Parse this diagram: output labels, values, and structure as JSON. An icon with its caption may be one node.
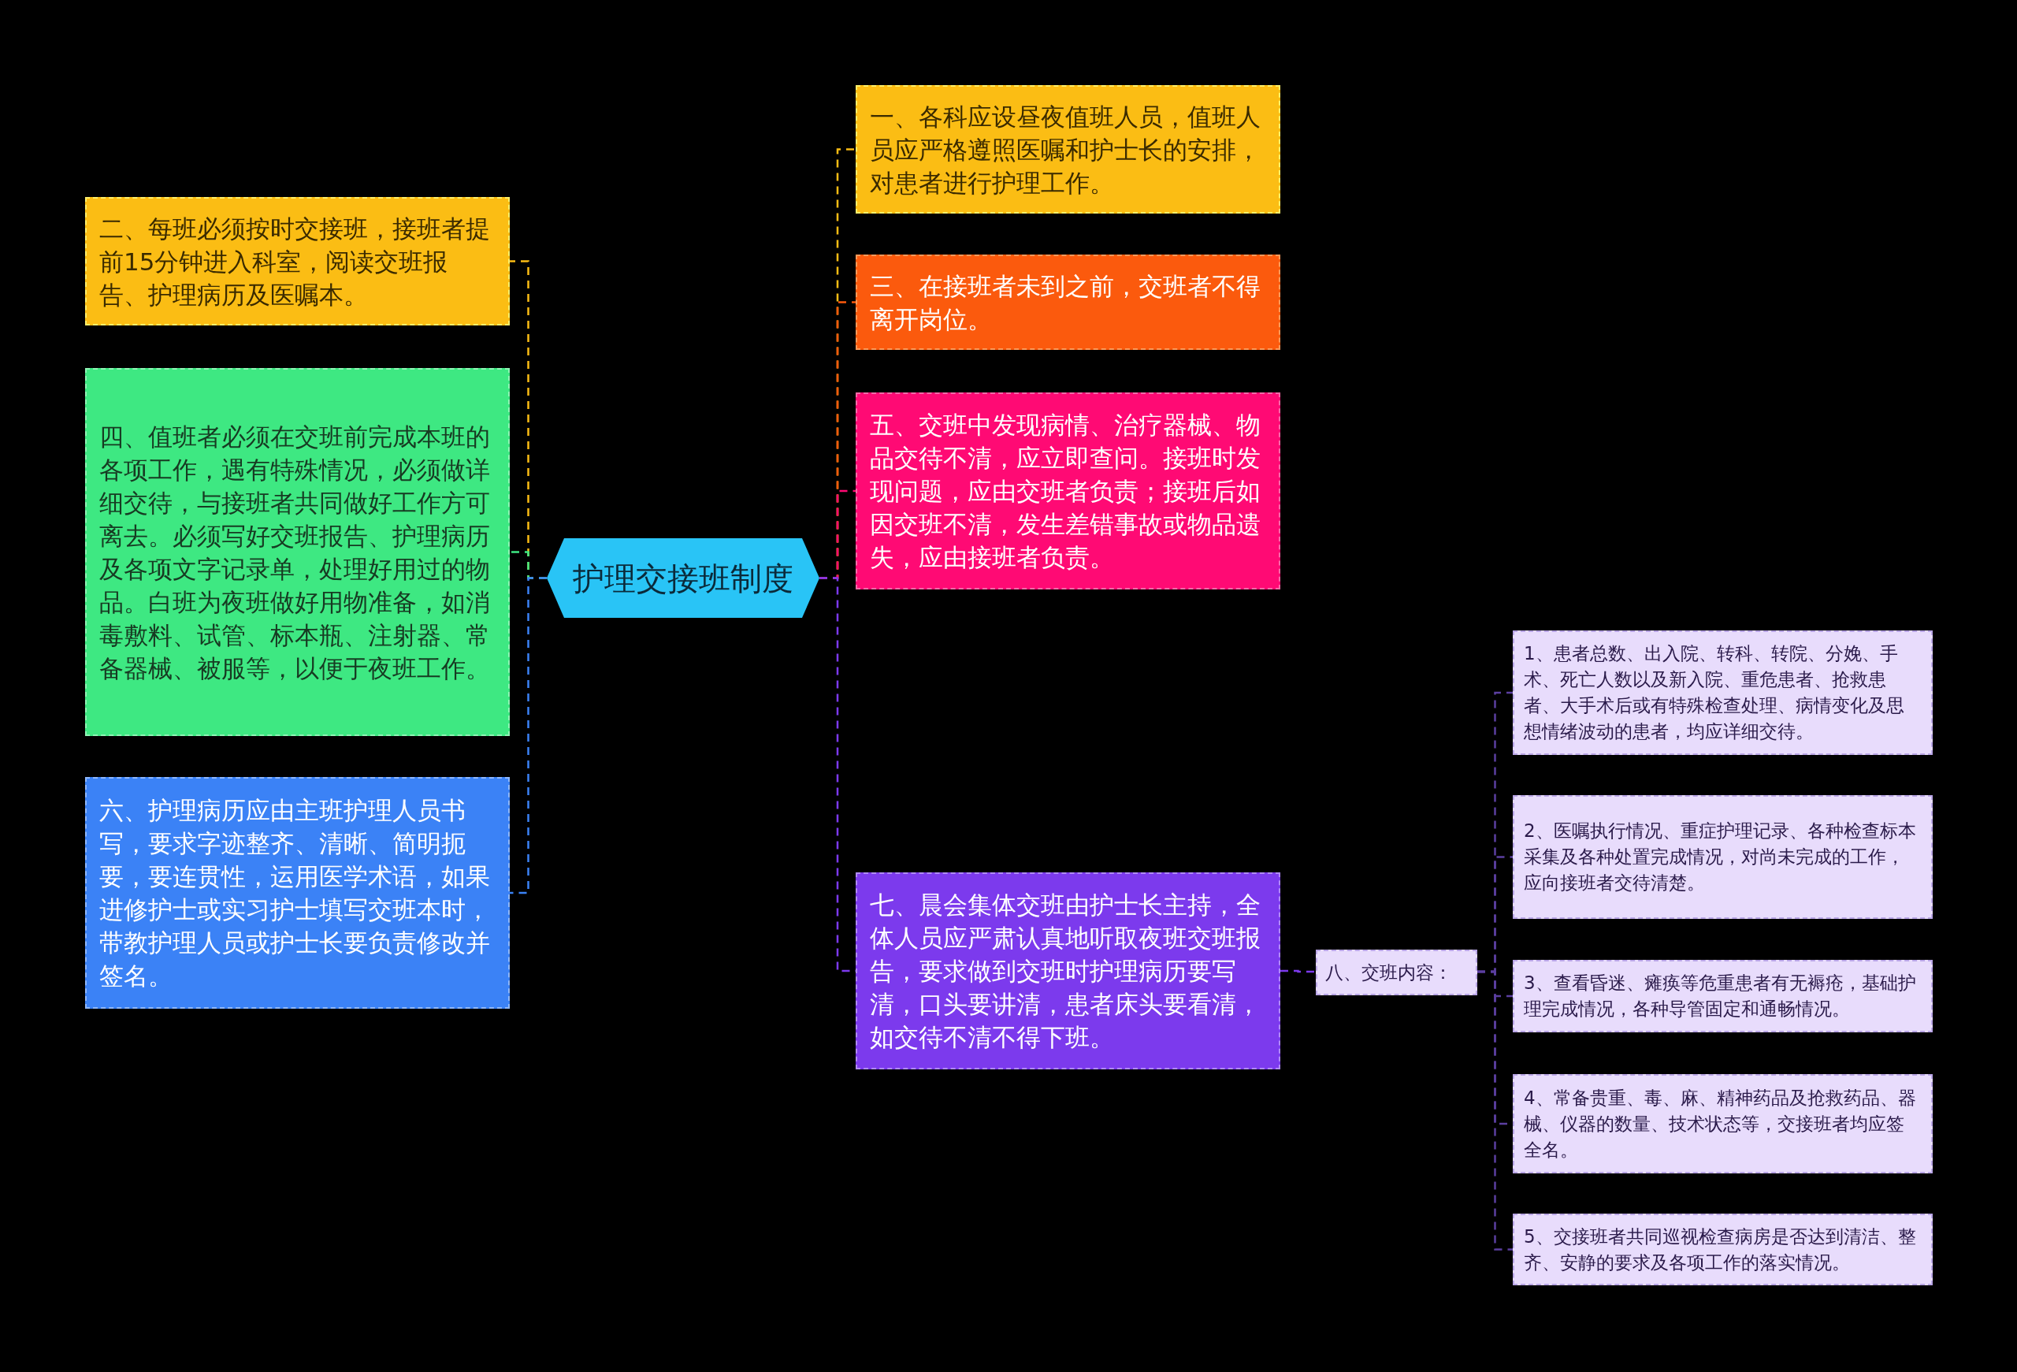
{
  "diagram": {
    "nodes": [
      {
        "text": [
          "护理交接班制度"
        ]
      },
      {
        "text": [
          "一、各科应设昼夜值班人员，值班人员应严格遵照医嘱和护士长的安排，对患者进行护理工作。"
        ]
      },
      {
        "text": [
          "二、每班必须按时交接班，接班者提前15分钟进入科室，阅读交班报告、护理病历及医嘱本。"
        ]
      },
      {
        "text": [
          "三、在接班者未到之前，交班者不得离开岗位。"
        ]
      },
      {
        "text": [
          "四、值班者必须在交班前完成本班的各项工作，遇有特殊情况，必须做详细交待，与接班者共同做好工作方可离去。必须写好交班报告、护理病历及各项文字记录单，处理好用过的物品。白班为夜班做好用物准备，如消毒敷料、试管、标本瓶、注射器、常备器械、被服等，以便于夜班工作。"
        ]
      },
      {
        "text": [
          "五、交班中发现病情、治疗器械、物品交待不清，应立即查问。接班时发现问题，应由交班者负责；接班后如因交班不清，发生差错事故或物品遗失，应由接班者负责。"
        ]
      },
      {
        "text": [
          "六、护理病历应由主班护理人员书写，要求字迹整齐、清晰、简明扼要，要连贯性，运用医学术语，如果进修护士或实习护士填写交班本时，带教护理人员或护士长要负责修改并签名。"
        ]
      },
      {
        "text": [
          "七、晨会集体交班由护士长主持，全体人员应严肃认真地听取夜班交班报告，要求做到交班时护理病历要写清，口头要讲清，患者床头要看清，如交待不清不得下班。"
        ]
      },
      {
        "text": [
          "八、交班内容："
        ]
      },
      {
        "text": [
          "1、患者总数、出入院、转科、转院、分娩、手术、死亡人数以及新入院、重危患者、抢救患者、大手术后或有特殊检查处理、病情变化及思想情绪波动的患者，均应详细交待。"
        ]
      },
      {
        "text": [
          "2、医嘱执行情况、重症护理记录、各种检查标本采集及各种处置完成情况，对尚未完成的工作，应向接班者交待清楚。"
        ]
      },
      {
        "text": [
          "3、查看昏迷、瘫痪等危重患者有无褥疮，基础护理完成情况，各种导管固定和通畅情况。"
        ]
      },
      {
        "text": [
          "4、常备贵重、毒、麻、精神药品及抢救药品、器械、仪器的数量、技术状态等，交接班者均应签全名。"
        ]
      },
      {
        "text": [
          "5、交接班者共同巡视检查病房是否达到清洁、整齐、安静的要求及各项工作的落实情况。"
        ]
      }
    ],
    "edges": [
      {
        "from": 0,
        "to": 1,
        "arrow": "none",
        "style": "dashed",
        "color": "#fbbd14"
      },
      {
        "from": 0,
        "to": 2,
        "arrow": "none",
        "style": "dashed",
        "color": "#fbbd14"
      },
      {
        "from": 0,
        "to": 3,
        "arrow": "none",
        "style": "dashed",
        "color": "#fb5a0d"
      },
      {
        "from": 0,
        "to": 4,
        "arrow": "none",
        "style": "dashed",
        "color": "#3ee882"
      },
      {
        "from": 0,
        "to": 5,
        "arrow": "none",
        "style": "dashed",
        "color": "#ff0a74"
      },
      {
        "from": 0,
        "to": 6,
        "arrow": "none",
        "style": "dashed",
        "color": "#3b82f6"
      },
      {
        "from": 0,
        "to": 7,
        "arrow": "none",
        "style": "dashed",
        "color": "#7c3aed"
      },
      {
        "from": 7,
        "to": 8,
        "arrow": "none",
        "style": "dashed",
        "color": "#7c3aed"
      },
      {
        "from": 8,
        "to": 9,
        "arrow": "none",
        "style": "dashed",
        "color": "#5b3fa0"
      },
      {
        "from": 8,
        "to": 10,
        "arrow": "none",
        "style": "dashed",
        "color": "#5b3fa0"
      },
      {
        "from": 8,
        "to": 11,
        "arrow": "none",
        "style": "dashed",
        "color": "#5b3fa0"
      },
      {
        "from": 8,
        "to": 12,
        "arrow": "none",
        "style": "dashed",
        "color": "#5b3fa0"
      },
      {
        "from": 8,
        "to": 13,
        "arrow": "none",
        "style": "dashed",
        "color": "#5b3fa0"
      }
    ]
  }
}
